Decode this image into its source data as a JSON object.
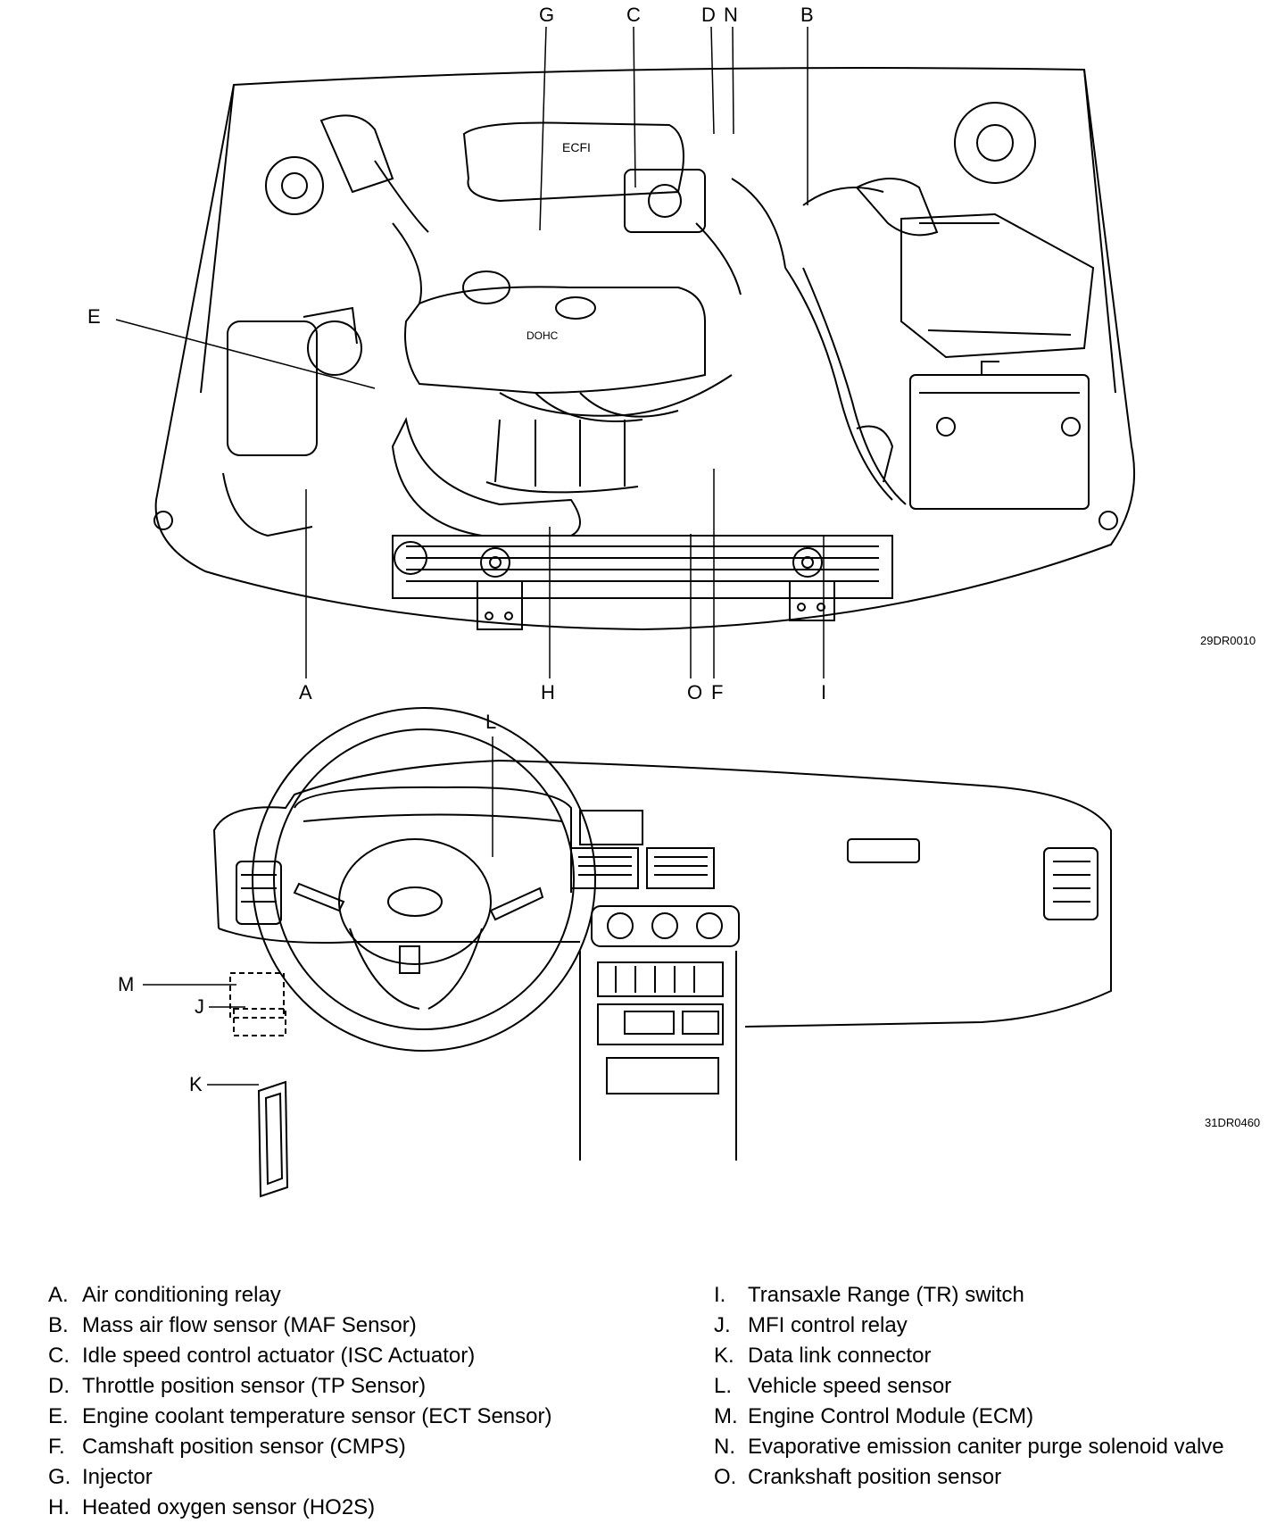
{
  "figure_codes": {
    "engine": "29DR0010",
    "dashboard": "31DR0460"
  },
  "callouts": {
    "A": "A",
    "B": "B",
    "C": "C",
    "D": "D",
    "E": "E",
    "F": "F",
    "G": "G",
    "H": "H",
    "I": "I",
    "J": "J",
    "K": "K",
    "L": "L",
    "M": "M",
    "N": "N",
    "O": "O"
  },
  "legend": {
    "left": [
      {
        "letter": "A.",
        "text": "Air conditioning relay"
      },
      {
        "letter": "B.",
        "text": "Mass air flow sensor (MAF Sensor)"
      },
      {
        "letter": "C.",
        "text": "Idle speed control actuator (ISC Actuator)"
      },
      {
        "letter": "D.",
        "text": "Throttle position sensor (TP Sensor)"
      },
      {
        "letter": "E.",
        "text": "Engine coolant temperature sensor (ECT Sensor)"
      },
      {
        "letter": "F.",
        "text": "Camshaft position sensor (CMPS)"
      },
      {
        "letter": "G.",
        "text": "Injector"
      },
      {
        "letter": "H.",
        "text": "Heated oxygen sensor (HO2S)"
      }
    ],
    "right": [
      {
        "letter": "I.",
        "text": "Transaxle Range (TR) switch"
      },
      {
        "letter": "J.",
        "text": "MFI control relay"
      },
      {
        "letter": "K.",
        "text": "Data link connector"
      },
      {
        "letter": "L.",
        "text": "Vehicle speed sensor"
      },
      {
        "letter": "M.",
        "text": "Engine Control Module (ECM)"
      },
      {
        "letter": "N.",
        "text": "Evaporative emission caniter purge solenoid valve"
      },
      {
        "letter": "O.",
        "text": "Crankshaft position sensor"
      }
    ]
  }
}
